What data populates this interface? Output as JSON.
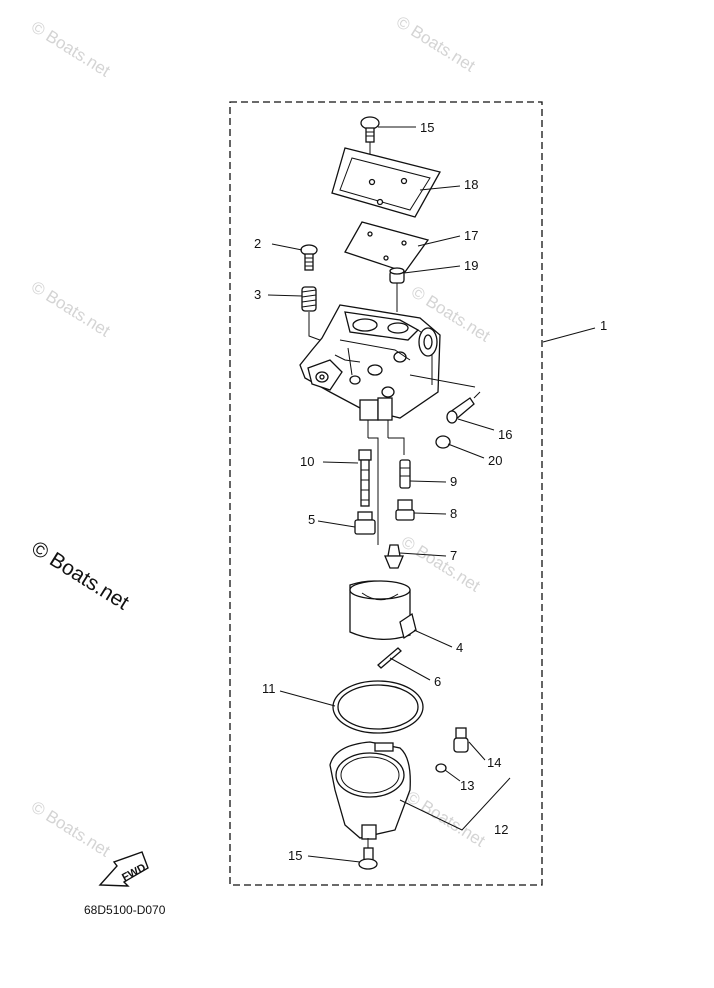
{
  "diagram": {
    "watermark_text": "© Boats.net",
    "watermark_big": "© Boats.net",
    "fwd_label": "FWD",
    "diagram_code": "68D5100-D070",
    "callouts": [
      {
        "id": "c15a",
        "label": "15"
      },
      {
        "id": "c18",
        "label": "18"
      },
      {
        "id": "c17",
        "label": "17"
      },
      {
        "id": "c2",
        "label": "2"
      },
      {
        "id": "c19",
        "label": "19"
      },
      {
        "id": "c3",
        "label": "3"
      },
      {
        "id": "c1",
        "label": "1"
      },
      {
        "id": "c16",
        "label": "16"
      },
      {
        "id": "c20",
        "label": "20"
      },
      {
        "id": "c10",
        "label": "10"
      },
      {
        "id": "c9",
        "label": "9"
      },
      {
        "id": "c5",
        "label": "5"
      },
      {
        "id": "c8",
        "label": "8"
      },
      {
        "id": "c7",
        "label": "7"
      },
      {
        "id": "c4",
        "label": "4"
      },
      {
        "id": "c6",
        "label": "6"
      },
      {
        "id": "c11",
        "label": "11"
      },
      {
        "id": "c14",
        "label": "14"
      },
      {
        "id": "c13",
        "label": "13"
      },
      {
        "id": "c12",
        "label": "12"
      },
      {
        "id": "c15b",
        "label": "15"
      }
    ]
  }
}
